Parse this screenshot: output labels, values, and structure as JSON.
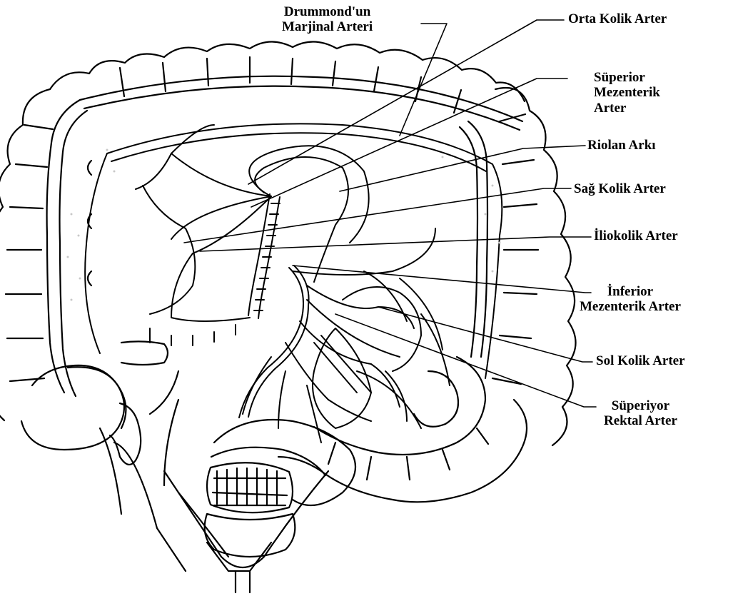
{
  "diagram": {
    "labels": {
      "drummond": "Drummond'un\nMarjinal Arteri",
      "orta_kolik": "Orta Kolik Arter",
      "superior_mezenterik": "Süperior\nMezenterik\nArter",
      "riolan": "Riolan Arkı",
      "sag_kolik": "Sağ Kolik Arter",
      "iliokolik": "İliokolik Arter",
      "inferior_mezenterik": "İnferior\nMezenterik Arter",
      "sol_kolik": "Sol Kolik Arter",
      "superiyor_rektal": "Süperiyor\nRektal Arter"
    },
    "colors": {
      "ink": "#000000",
      "background": "#ffffff",
      "stipple": "#c8c8c8"
    }
  }
}
